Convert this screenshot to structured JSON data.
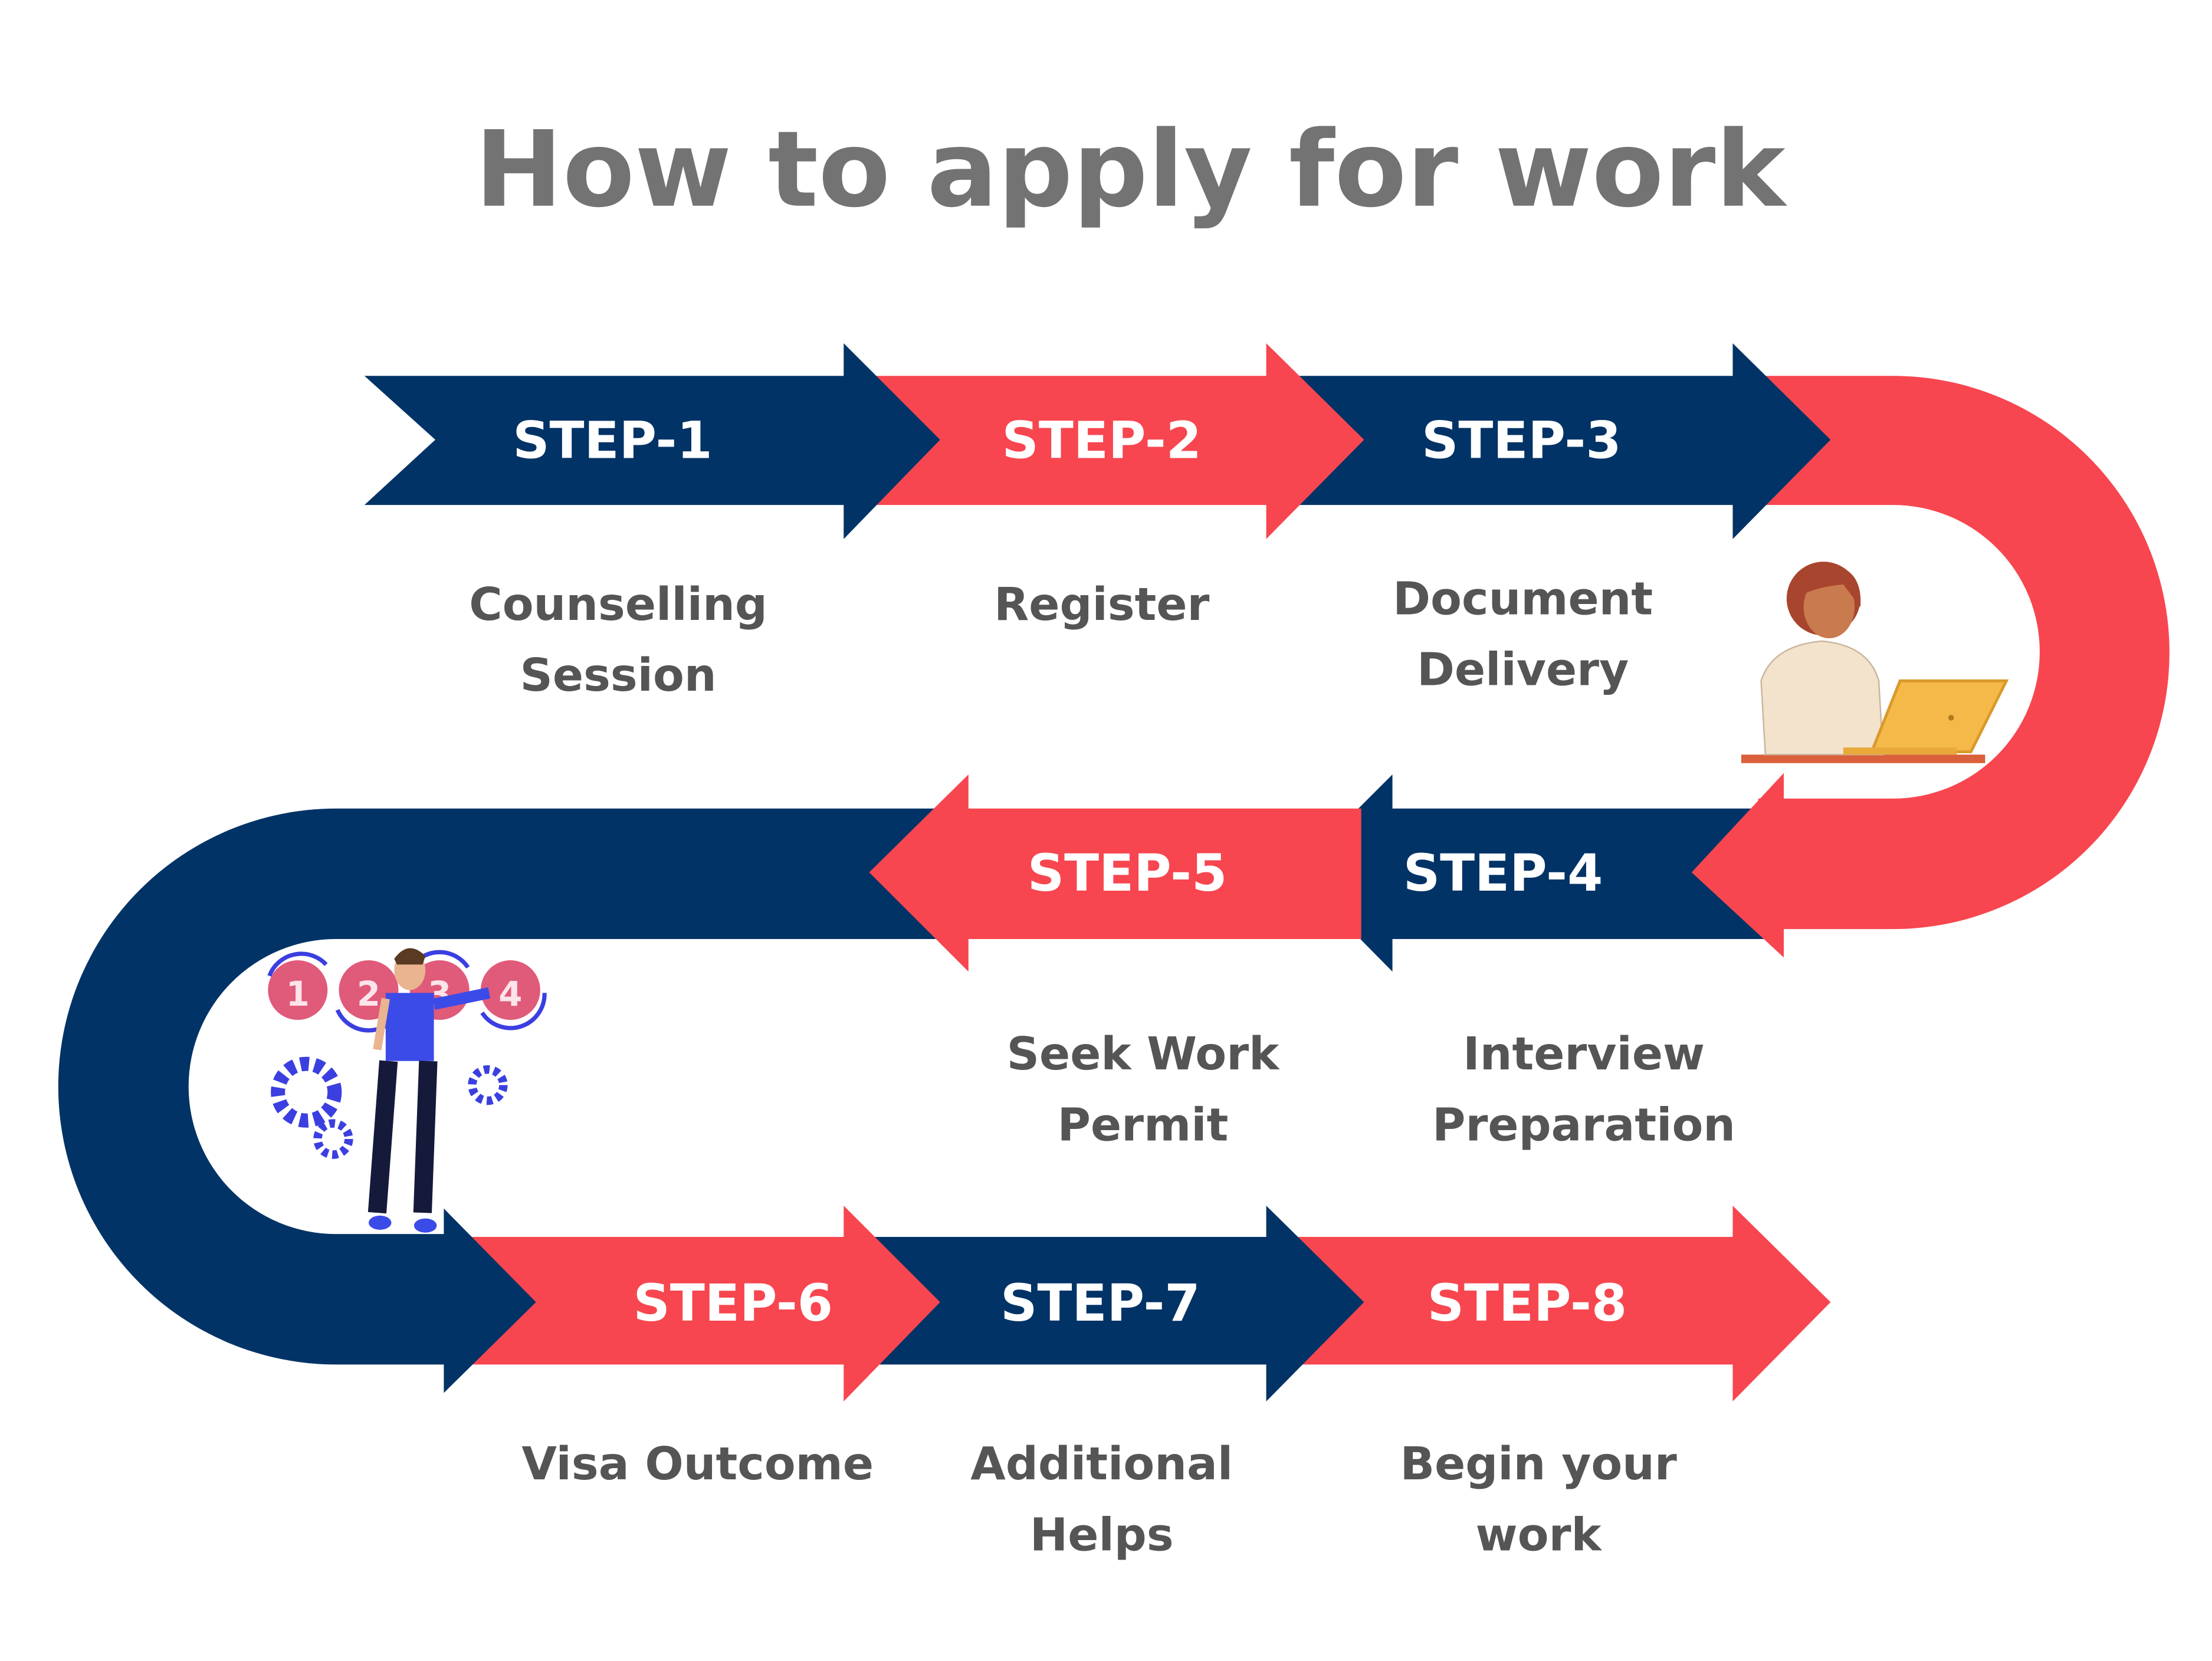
{
  "title": "How to apply for work",
  "colors": {
    "navy": "#023366",
    "red": "#F7464F",
    "text": "#555555",
    "title": "#737373"
  },
  "steps": [
    {
      "label": "STEP-1",
      "desc": [
        "Counselling",
        "Session"
      ]
    },
    {
      "label": "STEP-2",
      "desc": [
        "Register"
      ]
    },
    {
      "label": "STEP-3",
      "desc": [
        "Document",
        "Delivery"
      ]
    },
    {
      "label": "STEP-4",
      "desc": [
        "Interview",
        "Preparation"
      ]
    },
    {
      "label": "STEP-5",
      "desc": [
        "Seek Work",
        "Permit"
      ]
    },
    {
      "label": "STEP-6",
      "desc": [
        "Visa Outcome"
      ]
    },
    {
      "label": "STEP-7",
      "desc": [
        "Additional",
        "Helps"
      ]
    },
    {
      "label": "STEP-8",
      "desc": [
        "Begin your",
        "work"
      ]
    }
  ],
  "illustration_numbers": [
    "1",
    "2",
    "3",
    "4"
  ]
}
